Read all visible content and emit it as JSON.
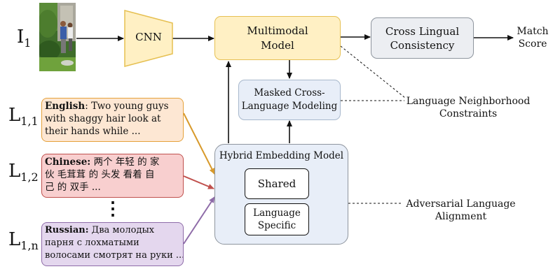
{
  "image_label": {
    "letter": "I",
    "sub": "1"
  },
  "cnn": {
    "label": "CNN"
  },
  "multimodal": {
    "line1": "Multimodal",
    "line2": "Model"
  },
  "cross_lingual": {
    "line1": "Cross Lingual",
    "line2": "Consistency"
  },
  "match_score": {
    "line1": "Match",
    "line2": "Score"
  },
  "masked": {
    "line1": "Masked Cross-",
    "line2": "Language Modeling"
  },
  "neighborhood": {
    "line1": "Language Neighborhood",
    "line2": "Constraints"
  },
  "hybrid": {
    "title": "Hybrid Embedding Model",
    "shared": "Shared",
    "specific_line1": "Language",
    "specific_line2": "Specific"
  },
  "adversarial": {
    "line1": "Adversarial Language",
    "line2": "Alignment"
  },
  "labels": [
    {
      "letter": "L",
      "sub": "1,1"
    },
    {
      "letter": "L",
      "sub": "1,2"
    },
    {
      "letter": "L",
      "sub": "1,n"
    }
  ],
  "captions": {
    "english": {
      "lang": "English",
      "sep": ": ",
      "lines": [
        "Two young guys",
        "with shaggy hair look at",
        "their hands while ..."
      ]
    },
    "chinese": {
      "lang": "Chinese:",
      "sep": " ",
      "lines": [
        "两个 年轻 的 家",
        "伙 毛茸茸 的 头发 看着 自",
        "己 的 双手 ..."
      ]
    },
    "russian": {
      "lang": "Russian:",
      "sep": " ",
      "lines": [
        "Два молодых",
        "парня с лохматыми",
        "волосами смотрят на руки ..."
      ]
    }
  },
  "ellipsis": "⋮",
  "colors": {
    "english_fill": "#fde7d3",
    "english_border": "#e5a13a",
    "chinese_fill": "#f8cfcf",
    "chinese_border": "#c0504d",
    "russian_fill": "#e4d7ee",
    "russian_border": "#8e6ba8",
    "multimodal_fill": "#fff0c4",
    "multimodal_border": "#e6c052",
    "blue_fill": "#e8eef8",
    "blue_border": "#a8b8cc",
    "gray_fill": "#eceef2",
    "gray_border": "#8e959e"
  }
}
